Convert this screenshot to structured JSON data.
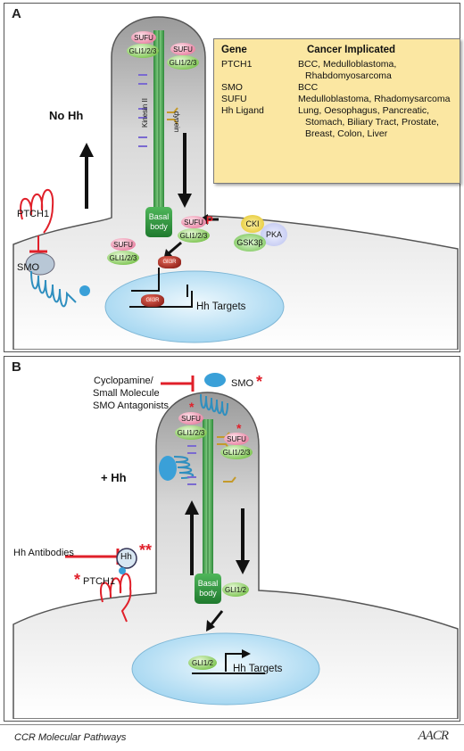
{
  "panel_a": {
    "label": "A",
    "no_hh": "No Hh",
    "ptch1": "PTCH1",
    "smo": "SMO",
    "hh_targets": "Hh Targets",
    "basal_body": "Basal body",
    "kinesin": "Kinesin II",
    "dynein": "dynein",
    "sufu": "SUFU",
    "gli123": "GLI1/2/3",
    "gli3": "Gli3R",
    "p": "P",
    "ckl": "CKI",
    "pka": "PKA",
    "gsk": "GSK3β",
    "table": {
      "header_gene": "Gene",
      "header_cancer": "Cancer Implicated",
      "rows": [
        {
          "gene": "PTCH1",
          "cancer": "BCC, Medulloblastoma,",
          "cancer2": "Rhabdomyosarcoma"
        },
        {
          "gene": "SMO",
          "cancer": "BCC",
          "cancer2": ""
        },
        {
          "gene": "SUFU",
          "cancer": "Medulloblastoma, Rhadomysarcoma",
          "cancer2": ""
        },
        {
          "gene": "Hh Ligand",
          "cancer": "Lung, Oesophagus, Pancreatic,",
          "cancer2": "Stomach, Biliary Tract, Prostate,",
          "cancer3": "Breast, Colon, Liver"
        }
      ]
    }
  },
  "panel_b": {
    "label": "B",
    "plus_hh": "+ Hh",
    "cyclopamine": "Cyclopamine/",
    "small_molecule": "Small Molecule",
    "smo_antag": "SMO Antagonists",
    "smo": "SMO",
    "star": "*",
    "double_star": "**",
    "hh_antibodies": "Hh Antibodies",
    "hh": "Hh",
    "ptch1": "PTCH1",
    "sufu": "SUFU",
    "gli123": "GLI1/2/3",
    "gli12": "GLI1/2",
    "basal_body": "Basal body",
    "hh_targets": "Hh Targets"
  },
  "footer": {
    "left": "CCR Molecular Pathways",
    "logo": "AACR"
  },
  "colors": {
    "cell": "#c8c8c8",
    "nucleus": "#bde3f5",
    "table_bg": "#fbe7a2",
    "arrow_red": "#e0202a"
  }
}
